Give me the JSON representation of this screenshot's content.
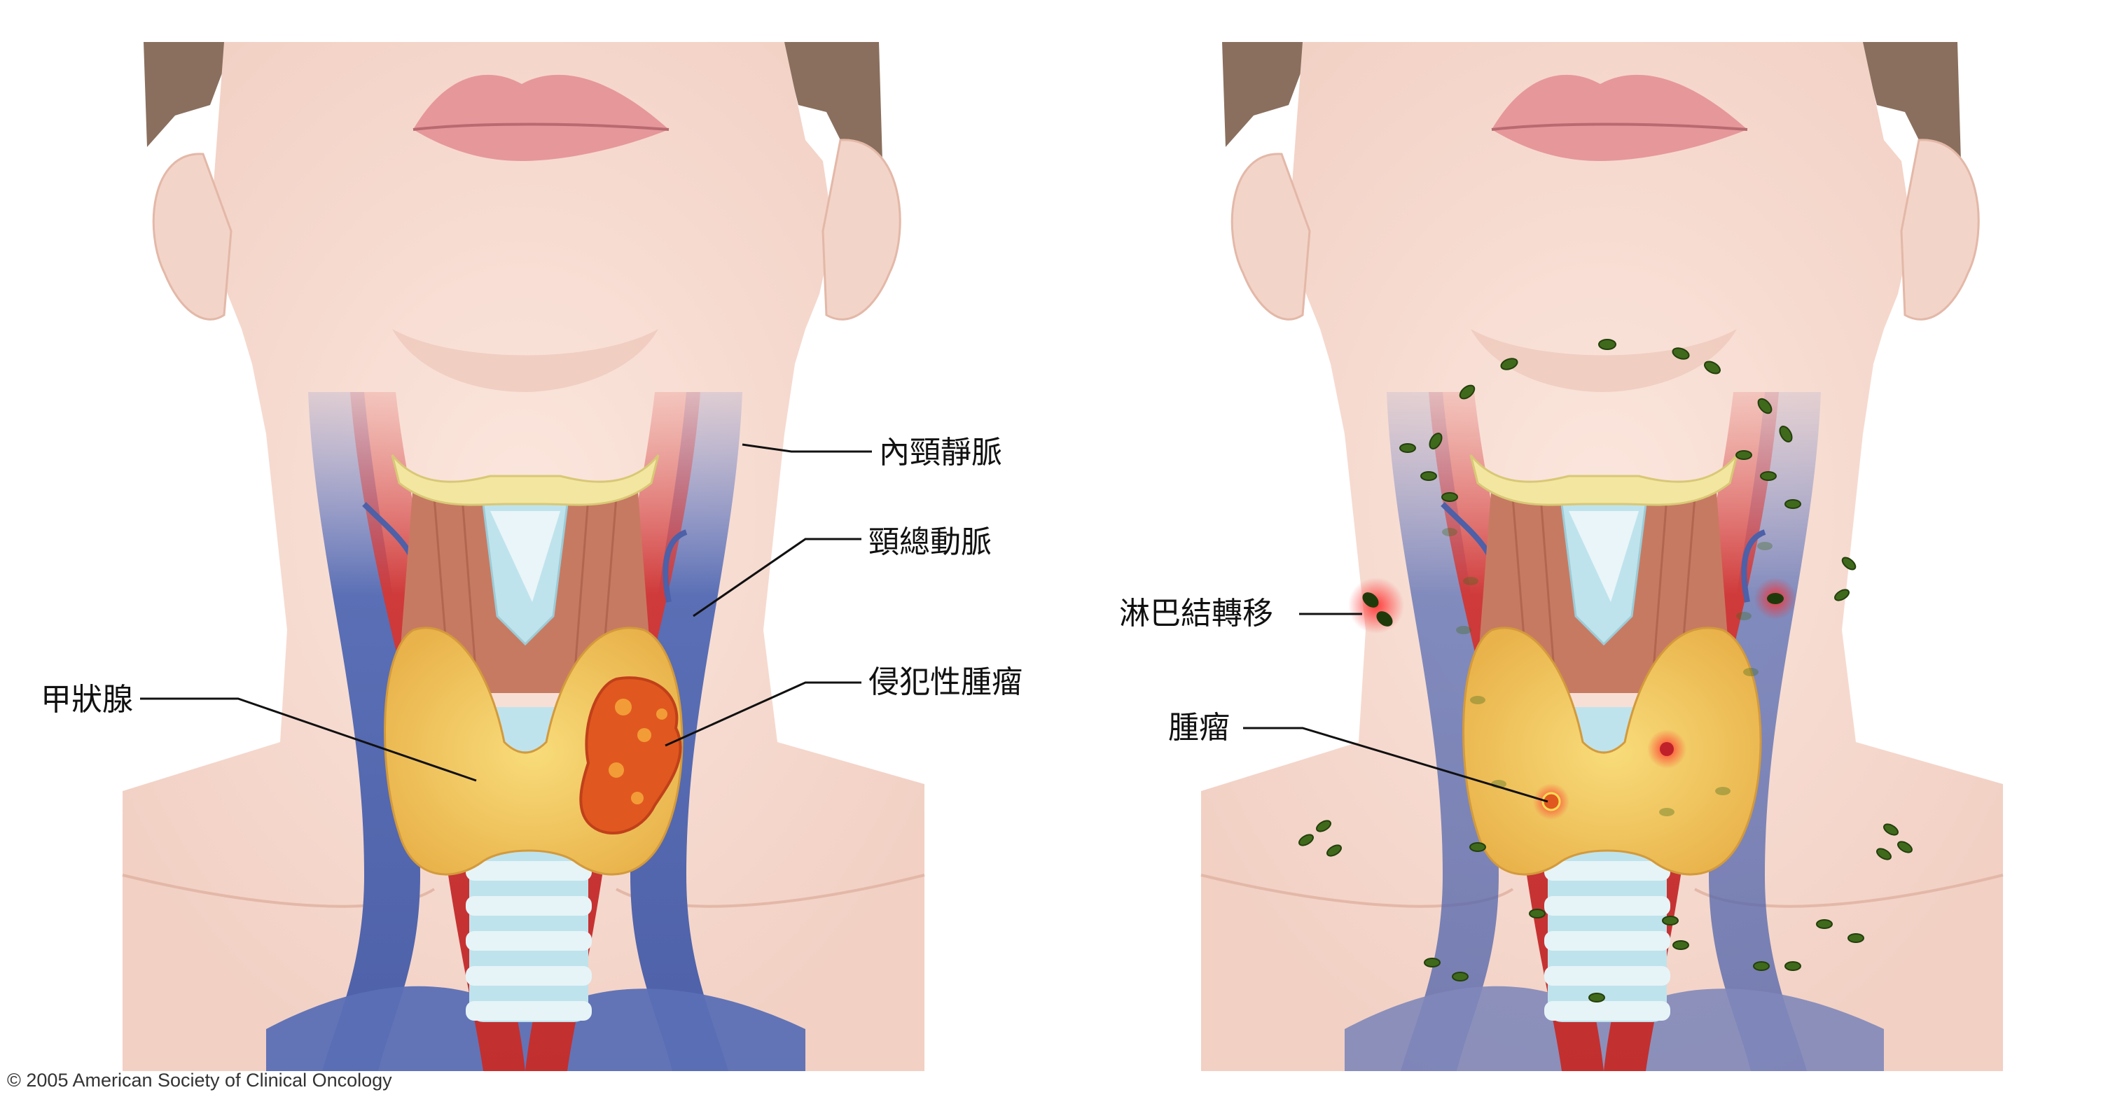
{
  "left_panel": {
    "labels": {
      "jugular_vein": "內頸靜脈",
      "carotid_artery": "頸總動脈",
      "thyroid": "甲狀腺",
      "invasive_tumor": "侵犯性腫瘤"
    }
  },
  "right_panel": {
    "labels": {
      "lymph_metastasis": "淋巴結轉移",
      "tumor": "腫瘤"
    }
  },
  "copyright": "© 2005 American Society of Clinical Oncology",
  "colors": {
    "skin": "#f7dcd2",
    "hair": "#8a6f5e",
    "vein": "#5a6fb5",
    "artery": "#cf3a3a",
    "thyroid": "#f1c15c",
    "tumor": "#e0581f",
    "lymph_node": "#3f6a1c",
    "cartilage": "#bfe3ec",
    "hyoid": "#f3e6a0",
    "muscle": "#c77a62"
  }
}
